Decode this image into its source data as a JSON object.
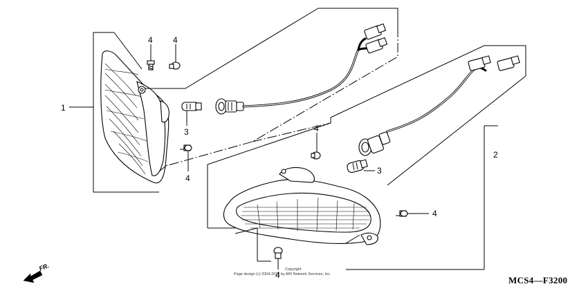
{
  "callouts": {
    "part1": "1",
    "part2": "2",
    "part3_upper": "3",
    "part3_lower": "3",
    "part4_a": "4",
    "part4_b": "4",
    "part4_c": "4",
    "part4_d": "4",
    "part4_e": "4",
    "part4_f": "4"
  },
  "direction": {
    "label": "FR."
  },
  "diagram_code": "MCS4—F3200",
  "copyright": {
    "line1": "Copyright",
    "line2": "Page design (c) 2004-2014 by ARI Network Services, Inc."
  }
}
